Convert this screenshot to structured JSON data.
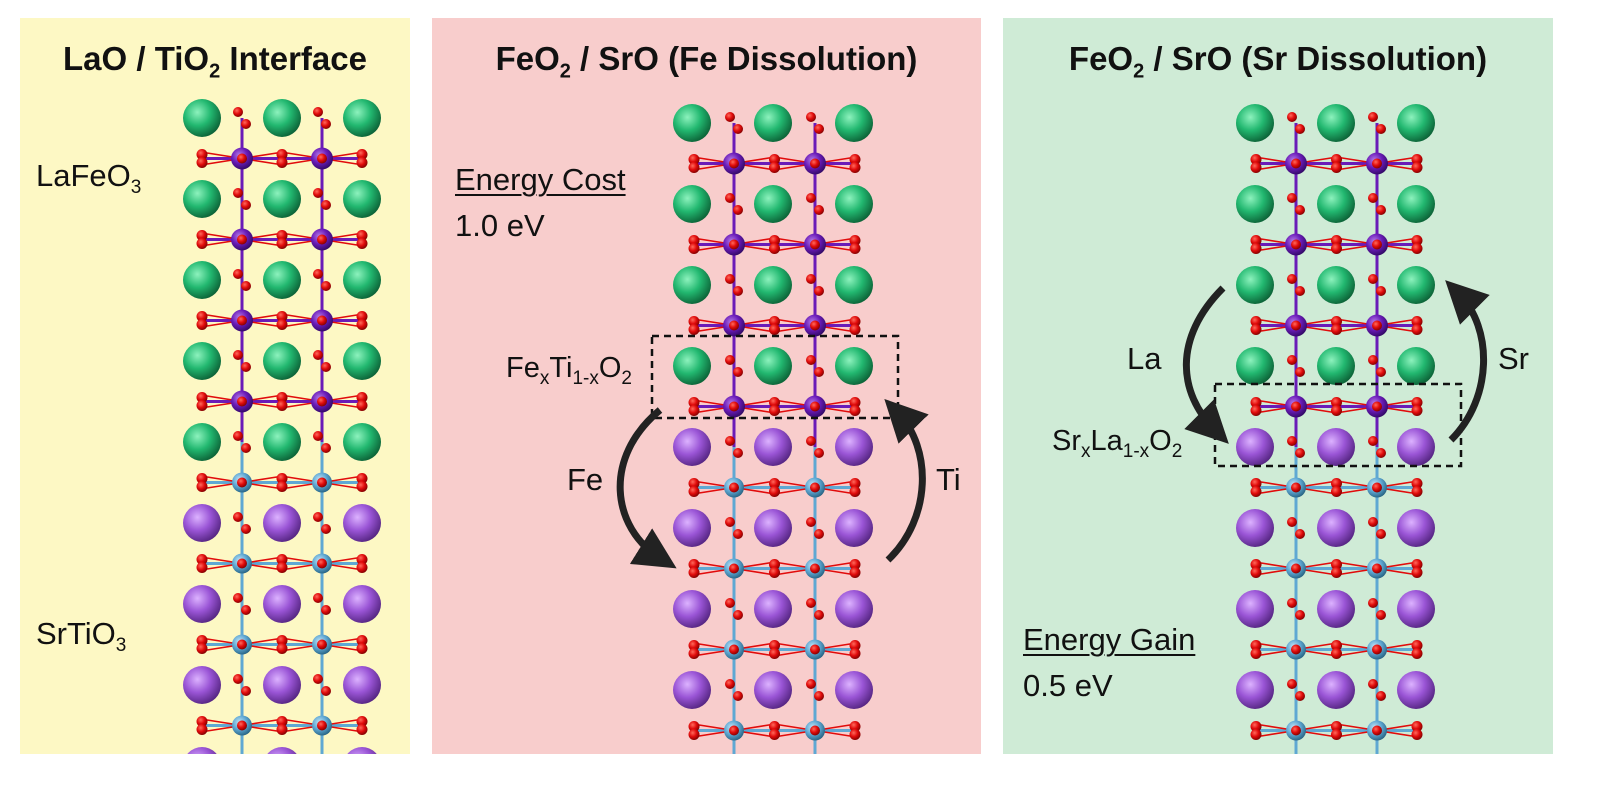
{
  "colors": {
    "panel1_bg": "#fdf8c4",
    "panel2_bg": "#f8cdcc",
    "panel3_bg": "#cfebd6",
    "oxygen": "#e10b0b",
    "iron": "#6a1bb8",
    "titanium": "#5fa8d3",
    "lanthanum": "#22b870",
    "strontium": "#9a55d6",
    "arrow": "#222222"
  },
  "panels": [
    {
      "title_main": "LaO / TiO",
      "title_sub": "2",
      "title_tail": " Interface",
      "label_top_main": "LaFeO",
      "label_top_sub": "3",
      "label_bottom_main": "SrTiO",
      "label_bottom_sub": "3",
      "layers": [
        "La",
        "Fe",
        "La",
        "Fe",
        "La",
        "Fe",
        "La",
        "Fe",
        "La",
        "Ti",
        "Sr",
        "Ti",
        "Sr",
        "Ti",
        "Sr",
        "Ti",
        "Sr"
      ]
    },
    {
      "title_main": "FeO",
      "title_sub": "2",
      "title_tail": " / SrO (Fe Dissolution)",
      "energy_label": "Energy Cost",
      "energy_value": "1.0 eV",
      "interface_label": {
        "p1": "Fe",
        "s1": "x",
        "p2": "Ti",
        "s2": "1-x",
        "p3": "O",
        "s3": "2"
      },
      "arrow_left_label": "Fe",
      "arrow_right_label": "Ti",
      "layers": [
        "La",
        "Fe",
        "La",
        "Fe",
        "La",
        "Fe",
        "La",
        "Fe",
        "Sr",
        "Ti",
        "Sr",
        "Ti",
        "Sr",
        "Ti",
        "Sr",
        "Ti"
      ]
    },
    {
      "title_main": "FeO",
      "title_sub": "2",
      "title_tail": " / SrO (Sr Dissolution)",
      "energy_label": "Energy Gain",
      "energy_value": "0.5 eV",
      "interface_label": {
        "p1": "Sr",
        "s1": "x",
        "p2": "La",
        "s2": "1-x",
        "p3": "O",
        "s3": "2"
      },
      "arrow_left_label": "La",
      "arrow_right_label": "Sr",
      "layers": [
        "La",
        "Fe",
        "La",
        "Fe",
        "La",
        "Fe",
        "La",
        "Fe",
        "Sr",
        "Ti",
        "Sr",
        "Ti",
        "Sr",
        "Ti",
        "Sr",
        "Ti"
      ]
    }
  ]
}
